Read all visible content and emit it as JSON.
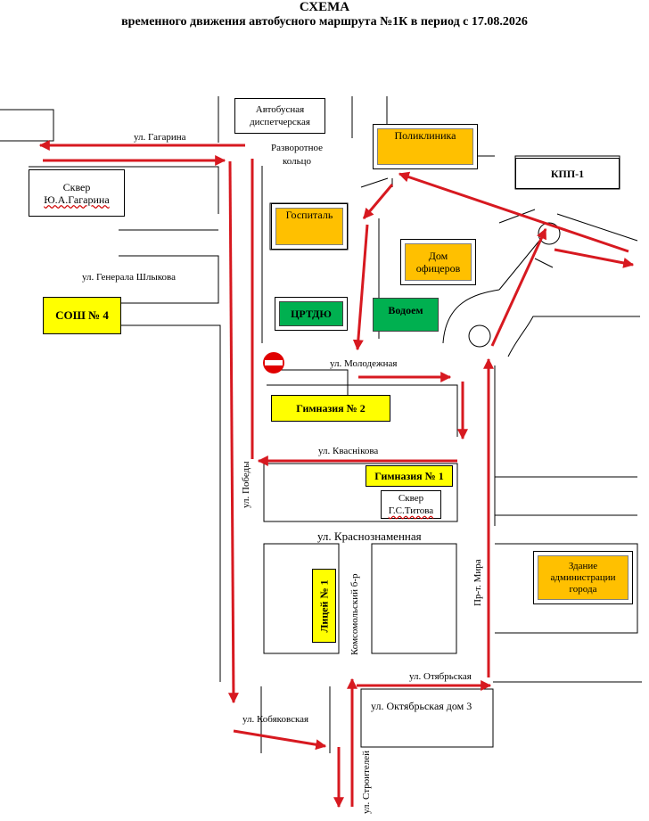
{
  "title": {
    "line1": "СХЕМА",
    "line2": "временного движения автобусного маршрута №1К в период с 17.08.2026"
  },
  "streets": {
    "gagarina": "ул. Гагарина",
    "shlykova": "ул. Генерала Шлыкова",
    "molodezhnaya": "ул. Молодежная",
    "kvasnikova": "ул. Кваснікова",
    "krasnoznamennaya": "ул. Краснознаменная",
    "pobedy": "ул. Победы",
    "komsomolsky": "Комсомольский б-р",
    "mira": "Пр-т. Мира",
    "otyabrskaya": "ул. Отябрьская",
    "kobyakovskaya": "ул. Кобяковская",
    "stroiteley": "ул. Строителей",
    "oktyabrskaya3": "ул. Октябрьская дом 3",
    "turnaround": "Разворотное кольцо"
  },
  "places": {
    "dispatch": "Автобусная диспетчерская",
    "poliklinika": "Поликлиника",
    "kpp": "КПП-1",
    "skver_gagarina_1": "Сквер",
    "skver_gagarina_2": "Ю.А.Гагарина",
    "gospital": "Госпиталь",
    "dom_oficerov": "Дом офицеров",
    "sosh4": "СОШ № 4",
    "crtdu": "ЦРТДЮ",
    "vodoem": "Водоем",
    "gimnazia2": "Гимназия № 2",
    "gimnazia1": "Гимназия № 1",
    "skver_titova_1": "Сквер",
    "skver_titova_2": "Г.С.Титова",
    "licey1": "Лицей № 1",
    "administration": "Здание администрации города"
  },
  "colors": {
    "route": "#d71920",
    "orange": "#ffc000",
    "yellow": "#ffff00",
    "green": "#00b050",
    "no_entry": "#e00000"
  },
  "icons": {
    "no_entry": "no-entry-sign-icon",
    "arrow": "route-arrow-icon",
    "roundabout": "roundabout-icon"
  }
}
